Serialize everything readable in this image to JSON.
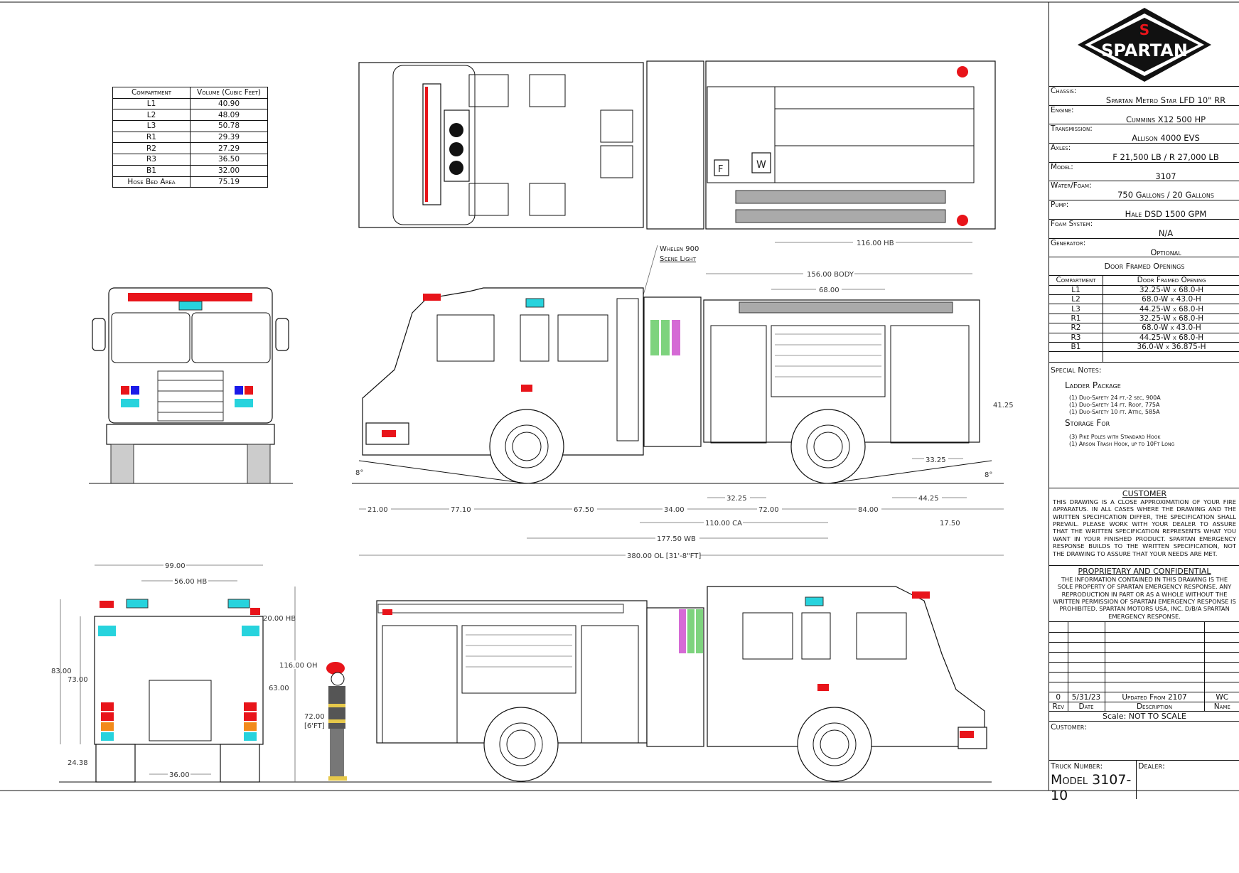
{
  "logo": {
    "text": "SPARTAN",
    "mark": "S"
  },
  "specs": [
    {
      "label": "Chassis:",
      "value": "Spartan Metro Star LFD 10\" RR"
    },
    {
      "label": "Engine:",
      "value": "Cummins X12 500 HP"
    },
    {
      "label": "Transmission:",
      "value": "Allison 4000 EVS"
    },
    {
      "label": "Axles:",
      "value": "F 21,500 LB / R 27,000 LB"
    },
    {
      "label": "Model:",
      "value": "3107"
    },
    {
      "label": "Water/Foam:",
      "value": "750 Gallons / 20 Gallons"
    },
    {
      "label": "Pump:",
      "value": "Hale DSD 1500 GPM"
    },
    {
      "label": "Foam System:",
      "value": "N/A"
    },
    {
      "label": "Generator:",
      "value": "Optional"
    }
  ],
  "door_openings": {
    "title": "Door Framed Openings",
    "headers": [
      "Compartment",
      "Door Framed Opening"
    ],
    "rows": [
      [
        "L1",
        "32.25-W x 68.0-H"
      ],
      [
        "L2",
        "68.0-W x 43.0-H"
      ],
      [
        "L3",
        "44.25-W x 68.0-H"
      ],
      [
        "R1",
        "32.25-W x 68.0-H"
      ],
      [
        "R2",
        "68.0-W x 43.0-H"
      ],
      [
        "R3",
        "44.25-W x 68.0-H"
      ],
      [
        "B1",
        "36.0-W x 36.875-H"
      ]
    ]
  },
  "volumes": {
    "headers": [
      "Compartment",
      "Volume (Cubic Feet)"
    ],
    "rows": [
      [
        "L1",
        "40.90"
      ],
      [
        "L2",
        "48.09"
      ],
      [
        "L3",
        "50.78"
      ],
      [
        "R1",
        "29.39"
      ],
      [
        "R2",
        "27.29"
      ],
      [
        "R3",
        "36.50"
      ],
      [
        "B1",
        "32.00"
      ],
      [
        "Hose Bed Area",
        "75.19"
      ]
    ]
  },
  "special_notes": {
    "label": "Special Notes:",
    "ladder_title": "Ladder Package",
    "ladder_items": [
      "(1) Duo-Safety 24 ft.-2 sec, 900A",
      "(1) Duo-Safety 14 ft. Roof, 775A",
      "(1) Duo-Safety 10 ft. Attic, 585A"
    ],
    "storage_title": "Storage For",
    "storage_items": [
      "(3) Pike Poles with Standard Hook",
      "(1) Arson Trash Hook, up to 10Ft Long"
    ]
  },
  "customer_notice": {
    "title": "CUSTOMER",
    "body": "THIS DRAWING IS A CLOSE APPROXIMATION OF YOUR FIRE APPARATUS. IN ALL CASES WHERE THE DRAWING AND THE WRITTEN SPECIFICATION DIFFER, THE SPECIFICATION SHALL PREVAIL. PLEASE WORK WITH YOUR DEALER TO ASSURE THAT THE WRITTEN SPECIFICATION REPRESENTS WHAT YOU WANT IN YOUR FINISHED PRODUCT. SPARTAN EMERGENCY RESPONSE BUILDS TO THE WRITTEN SPECIFICATION, NOT THE DRAWING TO ASSURE THAT YOUR NEEDS ARE MET."
  },
  "proprietary": {
    "title": "PROPRIETARY AND CONFIDENTIAL",
    "body": "THE INFORMATION CONTAINED IN THIS DRAWING IS THE SOLE PROPERTY OF SPARTAN EMERGENCY RESPONSE. ANY REPRODUCTION IN PART OR AS A WHOLE WITHOUT THE WRITTEN PERMISSION OF SPARTAN EMERGENCY RESPONSE IS PROHIBITED. SPARTAN MOTORS USA, INC. D/B/A SPARTAN EMERGENCY RESPONSE."
  },
  "revision": {
    "entry": {
      "rev": "0",
      "date": "5/31/23",
      "description": "Updated From 2107",
      "name": "WC"
    },
    "headers": {
      "rev": "Rev",
      "date": "Date",
      "description": "Description",
      "name": "Name"
    }
  },
  "scale": "Scale:  NOT TO SCALE",
  "customer_label": "Customer:",
  "truck_number_label": "Truck Number:",
  "truck_number": "Model 3107-10",
  "dealer_label": "Dealer:",
  "callout": {
    "line1": "Whelen 900",
    "line2": "Scene Light"
  },
  "top_view": {
    "f_label": "F",
    "w_label": "W",
    "hose_bed": "116.00 HB"
  },
  "side_dims": {
    "body": "156.00 BODY",
    "d68": "68.00",
    "d41": "41.25",
    "d33": "33.25",
    "angle_front": "8°",
    "angle_rear": "8°",
    "d21": "21.00",
    "d77": "77.10",
    "d67": "67.50",
    "d34": "34.00",
    "d32": "32.25",
    "d72": "72.00",
    "d44": "44.25",
    "d84": "84.00",
    "d17": "17.50",
    "ca": "110.00 CA",
    "wb": "177.50 WB",
    "ol": "380.00 OL [31'-8\"FT]"
  },
  "rear_dims": {
    "w99": "99.00",
    "hb56": "56.00 HB",
    "hb20": "20.00 HB",
    "oh": "116.00 OH",
    "h83": "83.00",
    "h73": "73.00",
    "h63": "63.00",
    "h24": "24.38",
    "w36": "36.00",
    "person": "72.00",
    "person_ft": "[6'FT]"
  },
  "colors": {
    "red": "#e8141a",
    "cyan": "#27d3dd",
    "green": "#7ed37e",
    "magenta": "#d56ad5"
  }
}
